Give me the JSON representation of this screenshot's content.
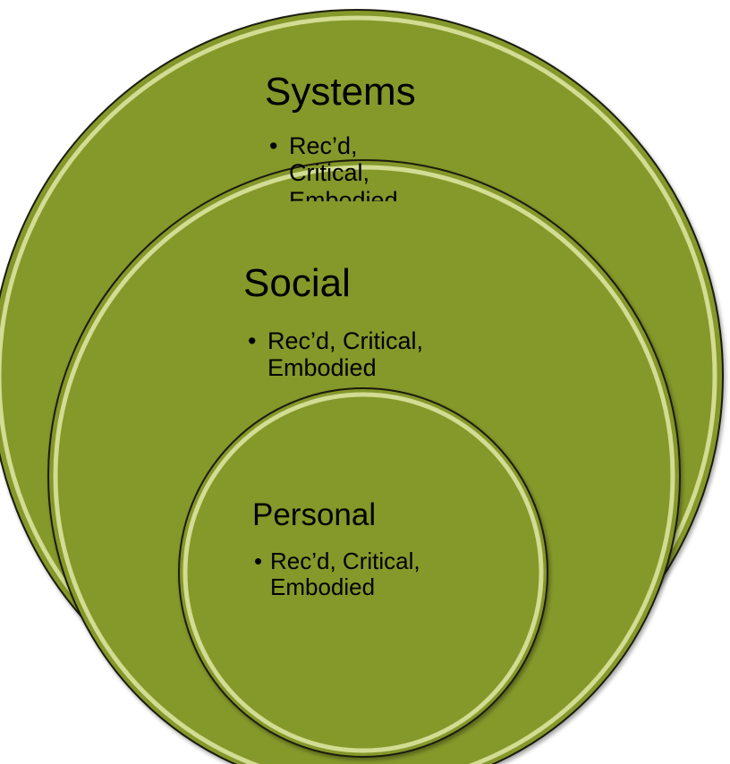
{
  "colors": {
    "circle_fill": "#85982c",
    "circle_rim_highlight": "#dfe8a6",
    "circle_outline": "#1a1a0a",
    "text": "#000000"
  },
  "diagram": {
    "systems": {
      "title": "Systems",
      "bullet": "Rec’d, Critical, Embodied"
    },
    "social": {
      "title": "Social",
      "bullet": "Rec’d, Critical, Embodied"
    },
    "personal": {
      "title": "Personal",
      "bullet": "Rec’d, Critical, Embodied"
    }
  }
}
